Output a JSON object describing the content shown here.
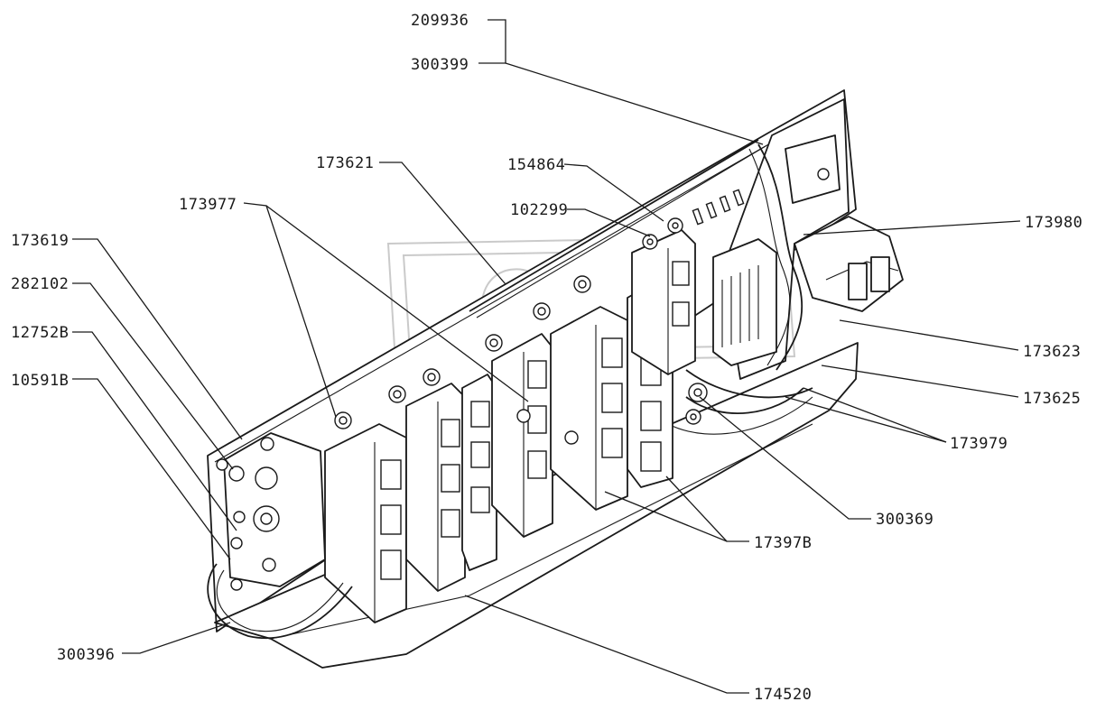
{
  "labels": {
    "p209936": "209936",
    "p300399": "300399",
    "p173621": "173621",
    "p154864": "154864",
    "p102299": "102299",
    "p173977": "173977",
    "p173980": "173980",
    "p173619": "173619",
    "p282102": "282102",
    "p127528": "12752B",
    "p105918": "10591B",
    "p173623": "173623",
    "p173625": "173625",
    "p173979": "173979",
    "p300369": "300369",
    "p173978": "17397B",
    "p300396": "300396",
    "p174520": "174520"
  },
  "colors": {
    "ink": "#1a1a1a",
    "paper": "#ffffff",
    "watermark": "#8a8a8a"
  }
}
